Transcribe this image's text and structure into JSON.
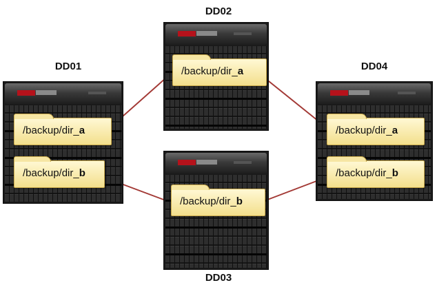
{
  "colors": {
    "arrow": "#a33a36",
    "folder": "#f6e39a",
    "server": "#1a1a1a",
    "brand_accent": "#b5121b"
  },
  "icons": [
    "server-rack-icon",
    "folder-icon",
    "arrow-icon"
  ],
  "nodes": [
    {
      "label": "DD01",
      "folders": [
        {
          "prefix": "/backup/dir_",
          "suffix": "a"
        },
        {
          "prefix": "/backup/dir_",
          "suffix": "b"
        }
      ]
    },
    {
      "label": "DD02",
      "folders": [
        {
          "prefix": "/backup/dir_",
          "suffix": "a"
        }
      ]
    },
    {
      "label": "DD03",
      "folders": [
        {
          "prefix": "/backup/dir_",
          "suffix": "b"
        }
      ]
    },
    {
      "label": "DD04",
      "folders": [
        {
          "prefix": "/backup/dir_",
          "suffix": "a"
        },
        {
          "prefix": "/backup/dir_",
          "suffix": "b"
        }
      ]
    }
  ],
  "edges": [
    {
      "from": "DD01 /backup/dir_a",
      "to": "DD02 /backup/dir_a"
    },
    {
      "from": "DD02 /backup/dir_a",
      "to": "DD04 /backup/dir_a"
    },
    {
      "from": "DD01 /backup/dir_b",
      "to": "DD03 /backup/dir_b"
    },
    {
      "from": "DD03 /backup/dir_b",
      "to": "DD04 /backup/dir_b"
    }
  ]
}
